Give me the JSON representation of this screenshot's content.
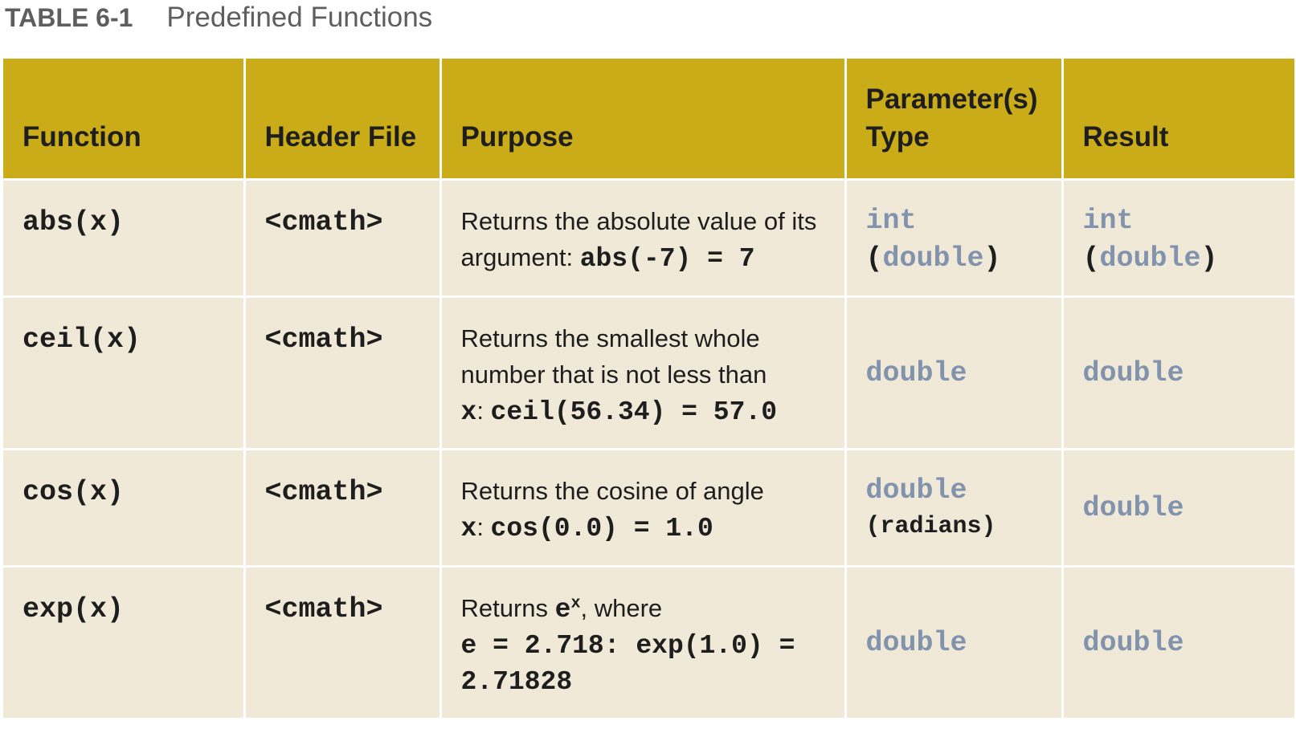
{
  "caption": {
    "label": "TABLE 6-1",
    "title": "Predefined Functions"
  },
  "table": {
    "headers": {
      "function": "Function",
      "header_file": "Header File",
      "purpose": "Purpose",
      "param_type_line1": "Parameter(s)",
      "param_type_line2": "Type",
      "result": "Result"
    },
    "rows": [
      {
        "function": "abs(x)",
        "header_file": "<cmath>",
        "purpose": {
          "line1": "Returns the absolute value of its",
          "line2_text": "argument: ",
          "line2_code": "abs(-7) = 7"
        },
        "param_type": {
          "line1": "int",
          "line2_open": "(",
          "line2_type": "double",
          "line2_close": ")"
        },
        "result": {
          "line1": "int",
          "line2_open": "(",
          "line2_type": "double",
          "line2_close": ")"
        }
      },
      {
        "function": "ceil(x)",
        "header_file": "<cmath>",
        "purpose": {
          "line1": "Returns the smallest whole",
          "line2": "number that is not less than",
          "line3_var": "x",
          "line3_text": ": ",
          "line3_code": "ceil(56.34) = 57.0"
        },
        "param_type": "double",
        "result": "double"
      },
      {
        "function": "cos(x)",
        "header_file": "<cmath>",
        "purpose": {
          "line1": "Returns the cosine of angle",
          "line2_var": "x",
          "line2_text": ": ",
          "line2_code": "cos(0.0) = 1.0"
        },
        "param_type": {
          "line1": "double",
          "line2": "(radians)"
        },
        "result": "double"
      },
      {
        "function": "exp(x)",
        "header_file": "<cmath>",
        "purpose": {
          "line1_text": "Returns ",
          "line1_base": "e",
          "line1_sup": "x",
          "line1_after": ", where",
          "line2_code": "e = 2.718: exp(1.0) =",
          "line3_code": "2.71828"
        },
        "param_type": "double",
        "result": "double"
      }
    ]
  },
  "colors": {
    "header_bg": "#c9ac18",
    "cell_bg": "#f1e9d8",
    "type_blue": "#8293ad",
    "caption_gray": "#5e5e5e"
  }
}
